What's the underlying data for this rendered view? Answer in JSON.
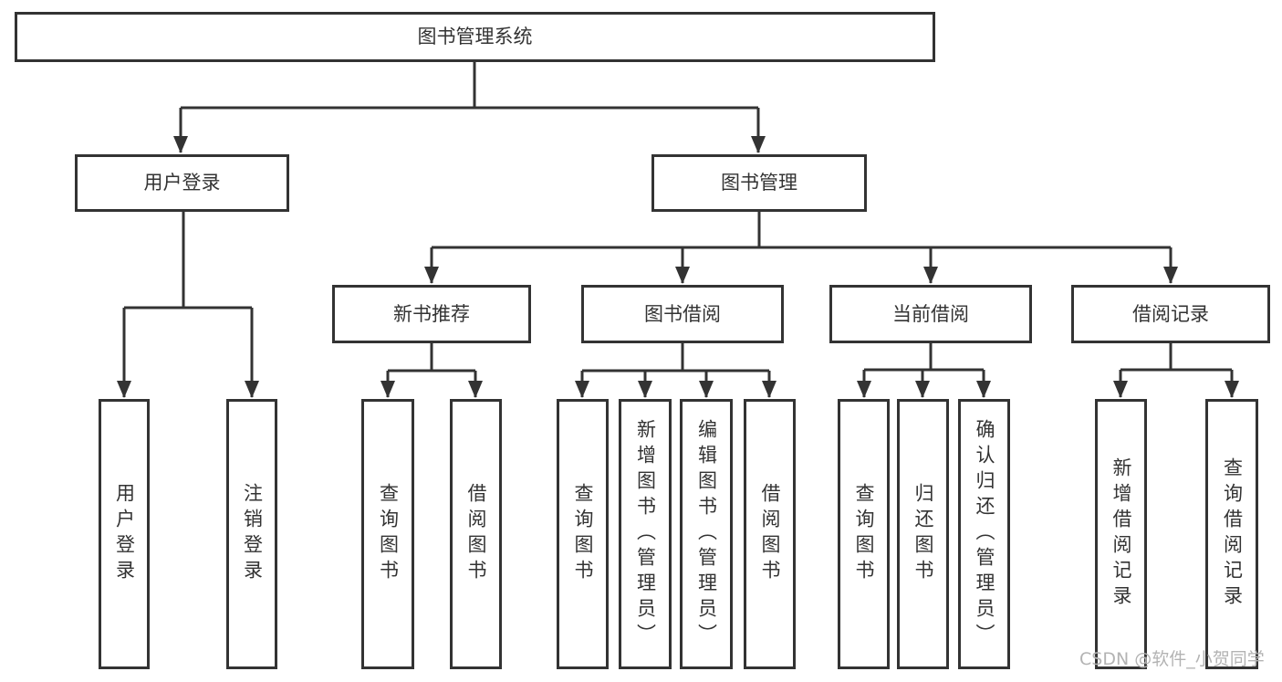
{
  "diagram": {
    "title": "图书管理系统",
    "nodes": {
      "root": "图书管理系统",
      "user_login": "用户登录",
      "book_mgmt": "图书管理",
      "login_user": "用户登录",
      "login_logout": "注销登录",
      "new_rec": "新书推荐",
      "book_borrow": "图书借阅",
      "current_borrow": "当前借阅",
      "borrow_record": "借阅记录",
      "rec_query": "查询图书",
      "rec_borrow": "借阅图书",
      "bb_query": "查询图书",
      "bb_add": "新增图书（管理员）",
      "bb_edit": "编辑图书（管理员）",
      "bb_borrow": "借阅图书",
      "cb_query": "查询图书",
      "cb_return": "归还图书",
      "cb_confirm": "确认归还（管理员）",
      "br_add": "新增借阅记录",
      "br_query": "查询借阅记录"
    }
  },
  "watermark": {
    "text": "CSDN @软件_小贺同学"
  },
  "colors": {
    "line": "#333333",
    "text": "#333333",
    "box_background": "#ffffff",
    "page_background": "#ffffff",
    "watermark": "#b3b3b3"
  }
}
